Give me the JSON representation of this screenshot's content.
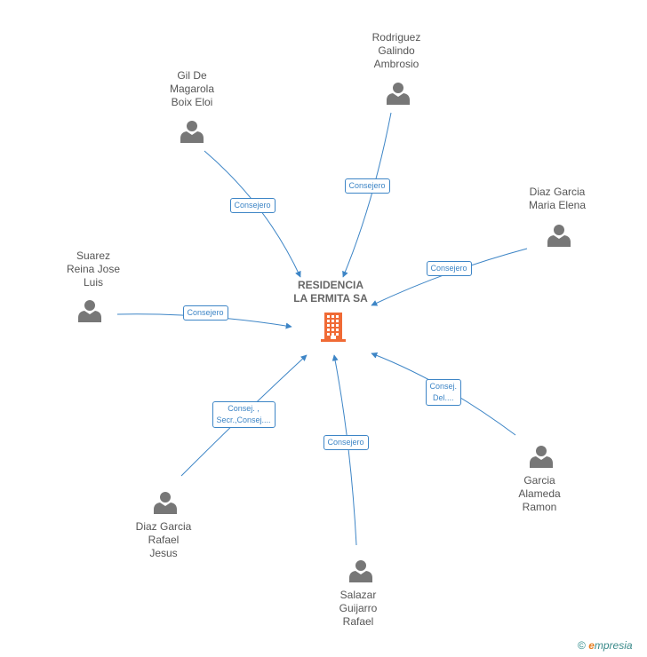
{
  "company": {
    "name": "RESIDENCIA\nLA ERMITA SA",
    "icon": "building-icon",
    "color": "#f06a35"
  },
  "persons": [
    {
      "id": "gil",
      "name": "Gil De\nMagarola\nBoix Eloi",
      "icon": "person-icon"
    },
    {
      "id": "rodriguez",
      "name": "Rodriguez\nGalindo\nAmbrosio",
      "icon": "person-icon"
    },
    {
      "id": "diazmaria",
      "name": "Diaz Garcia\nMaria Elena",
      "icon": "person-icon"
    },
    {
      "id": "suarez",
      "name": "Suarez\nReina Jose\nLuis",
      "icon": "person-icon"
    },
    {
      "id": "diazrafael",
      "name": "Diaz Garcia\nRafael\nJesus",
      "icon": "person-icon"
    },
    {
      "id": "salazar",
      "name": "Salazar\nGuijarro\nRafael",
      "icon": "person-icon"
    },
    {
      "id": "garcia",
      "name": "Garcia\nAlameda\nRamon",
      "icon": "person-icon"
    }
  ],
  "relations": [
    {
      "from": "gil",
      "label": "Consejero"
    },
    {
      "from": "rodriguez",
      "label": "Consejero"
    },
    {
      "from": "diazmaria",
      "label": "Consejero"
    },
    {
      "from": "suarez",
      "label": "Consejero"
    },
    {
      "from": "diazrafael",
      "label": "Consej. ,\nSecr.,Consej...."
    },
    {
      "from": "salazar",
      "label": "Consejero"
    },
    {
      "from": "garcia",
      "label": "Consej.\nDel...."
    }
  ],
  "footer": {
    "copyright": "©",
    "brand_e": "e",
    "brand_rest": "mpresia"
  },
  "colors": {
    "edge": "#3d85c6",
    "person": "#777777"
  }
}
